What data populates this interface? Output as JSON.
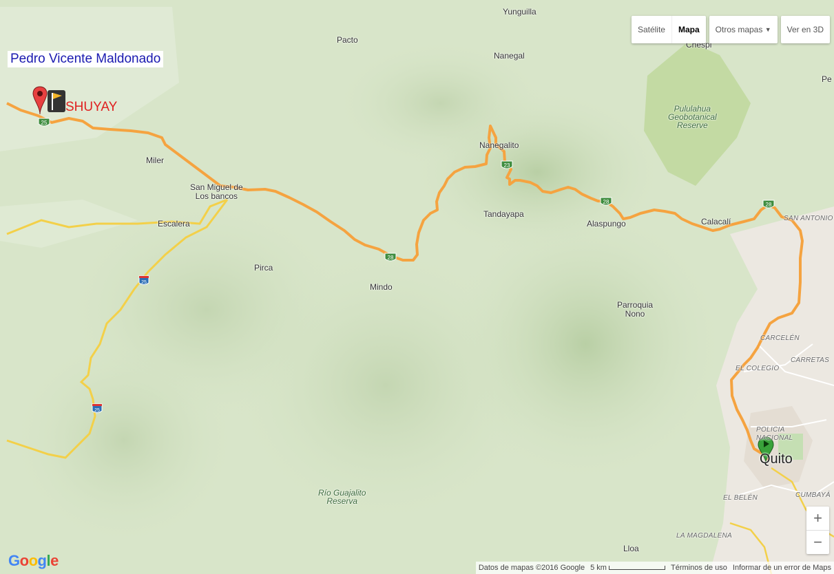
{
  "title": "Pedro Vicente Maldonado",
  "markers": {
    "start_label": "SHUYAY",
    "end_label": "Quito"
  },
  "places": {
    "pacto": "Pacto",
    "yunguilla": "Yunguilla",
    "nanegal": "Nanegal",
    "chespi": "Chespi",
    "pe": "Pe",
    "miler": "Miler",
    "san_miguel": "San Miguel de",
    "los_bancos": "Los bancos",
    "escalera": "Escalera",
    "pirca": "Pirca",
    "mindo": "Mindo",
    "nanegalito": "Nanegalito",
    "tandayapa": "Tandayapa",
    "alaspungo": "Alaspungo",
    "calacali": "Calacalí",
    "parroquia": "Parroquia",
    "nono": "Nono",
    "lloa": "Lloa",
    "reserve1": "Pululahua",
    "reserve2": "Geobotanical",
    "reserve3": "Reserve",
    "rio1": "Río Guajalito",
    "rio2": "Reserva",
    "carcelen": "CARCELÉN",
    "carretas": "CARRETAS",
    "colegio": "EL COLEGIO",
    "policia": "POLICIA",
    "nacional": "NACIONAL",
    "belen": "EL BELÉN",
    "cumbaya": "CUMBAYÁ",
    "magdalena": "LA MAGDALENA",
    "san_antonio": "SAN ANTONIO"
  },
  "highways": [
    "25",
    "28",
    "23",
    "25",
    "25"
  ],
  "controls": {
    "satellite": "Satélite",
    "map": "Mapa",
    "other_maps": "Otros mapas",
    "view_3d": "Ver en 3D",
    "zoom_in": "+",
    "zoom_out": "−"
  },
  "footer": {
    "data": "Datos de mapas ©2016 Google",
    "scale": "5 km",
    "terms": "Términos de uso",
    "report": "Informar de un error de Maps"
  },
  "colors": {
    "route": "#f5a340",
    "road_yellow": "#f3d049",
    "terrain": "#d6e4c6",
    "reserve": "#c0d9a2",
    "city": "#ebe7e0"
  }
}
